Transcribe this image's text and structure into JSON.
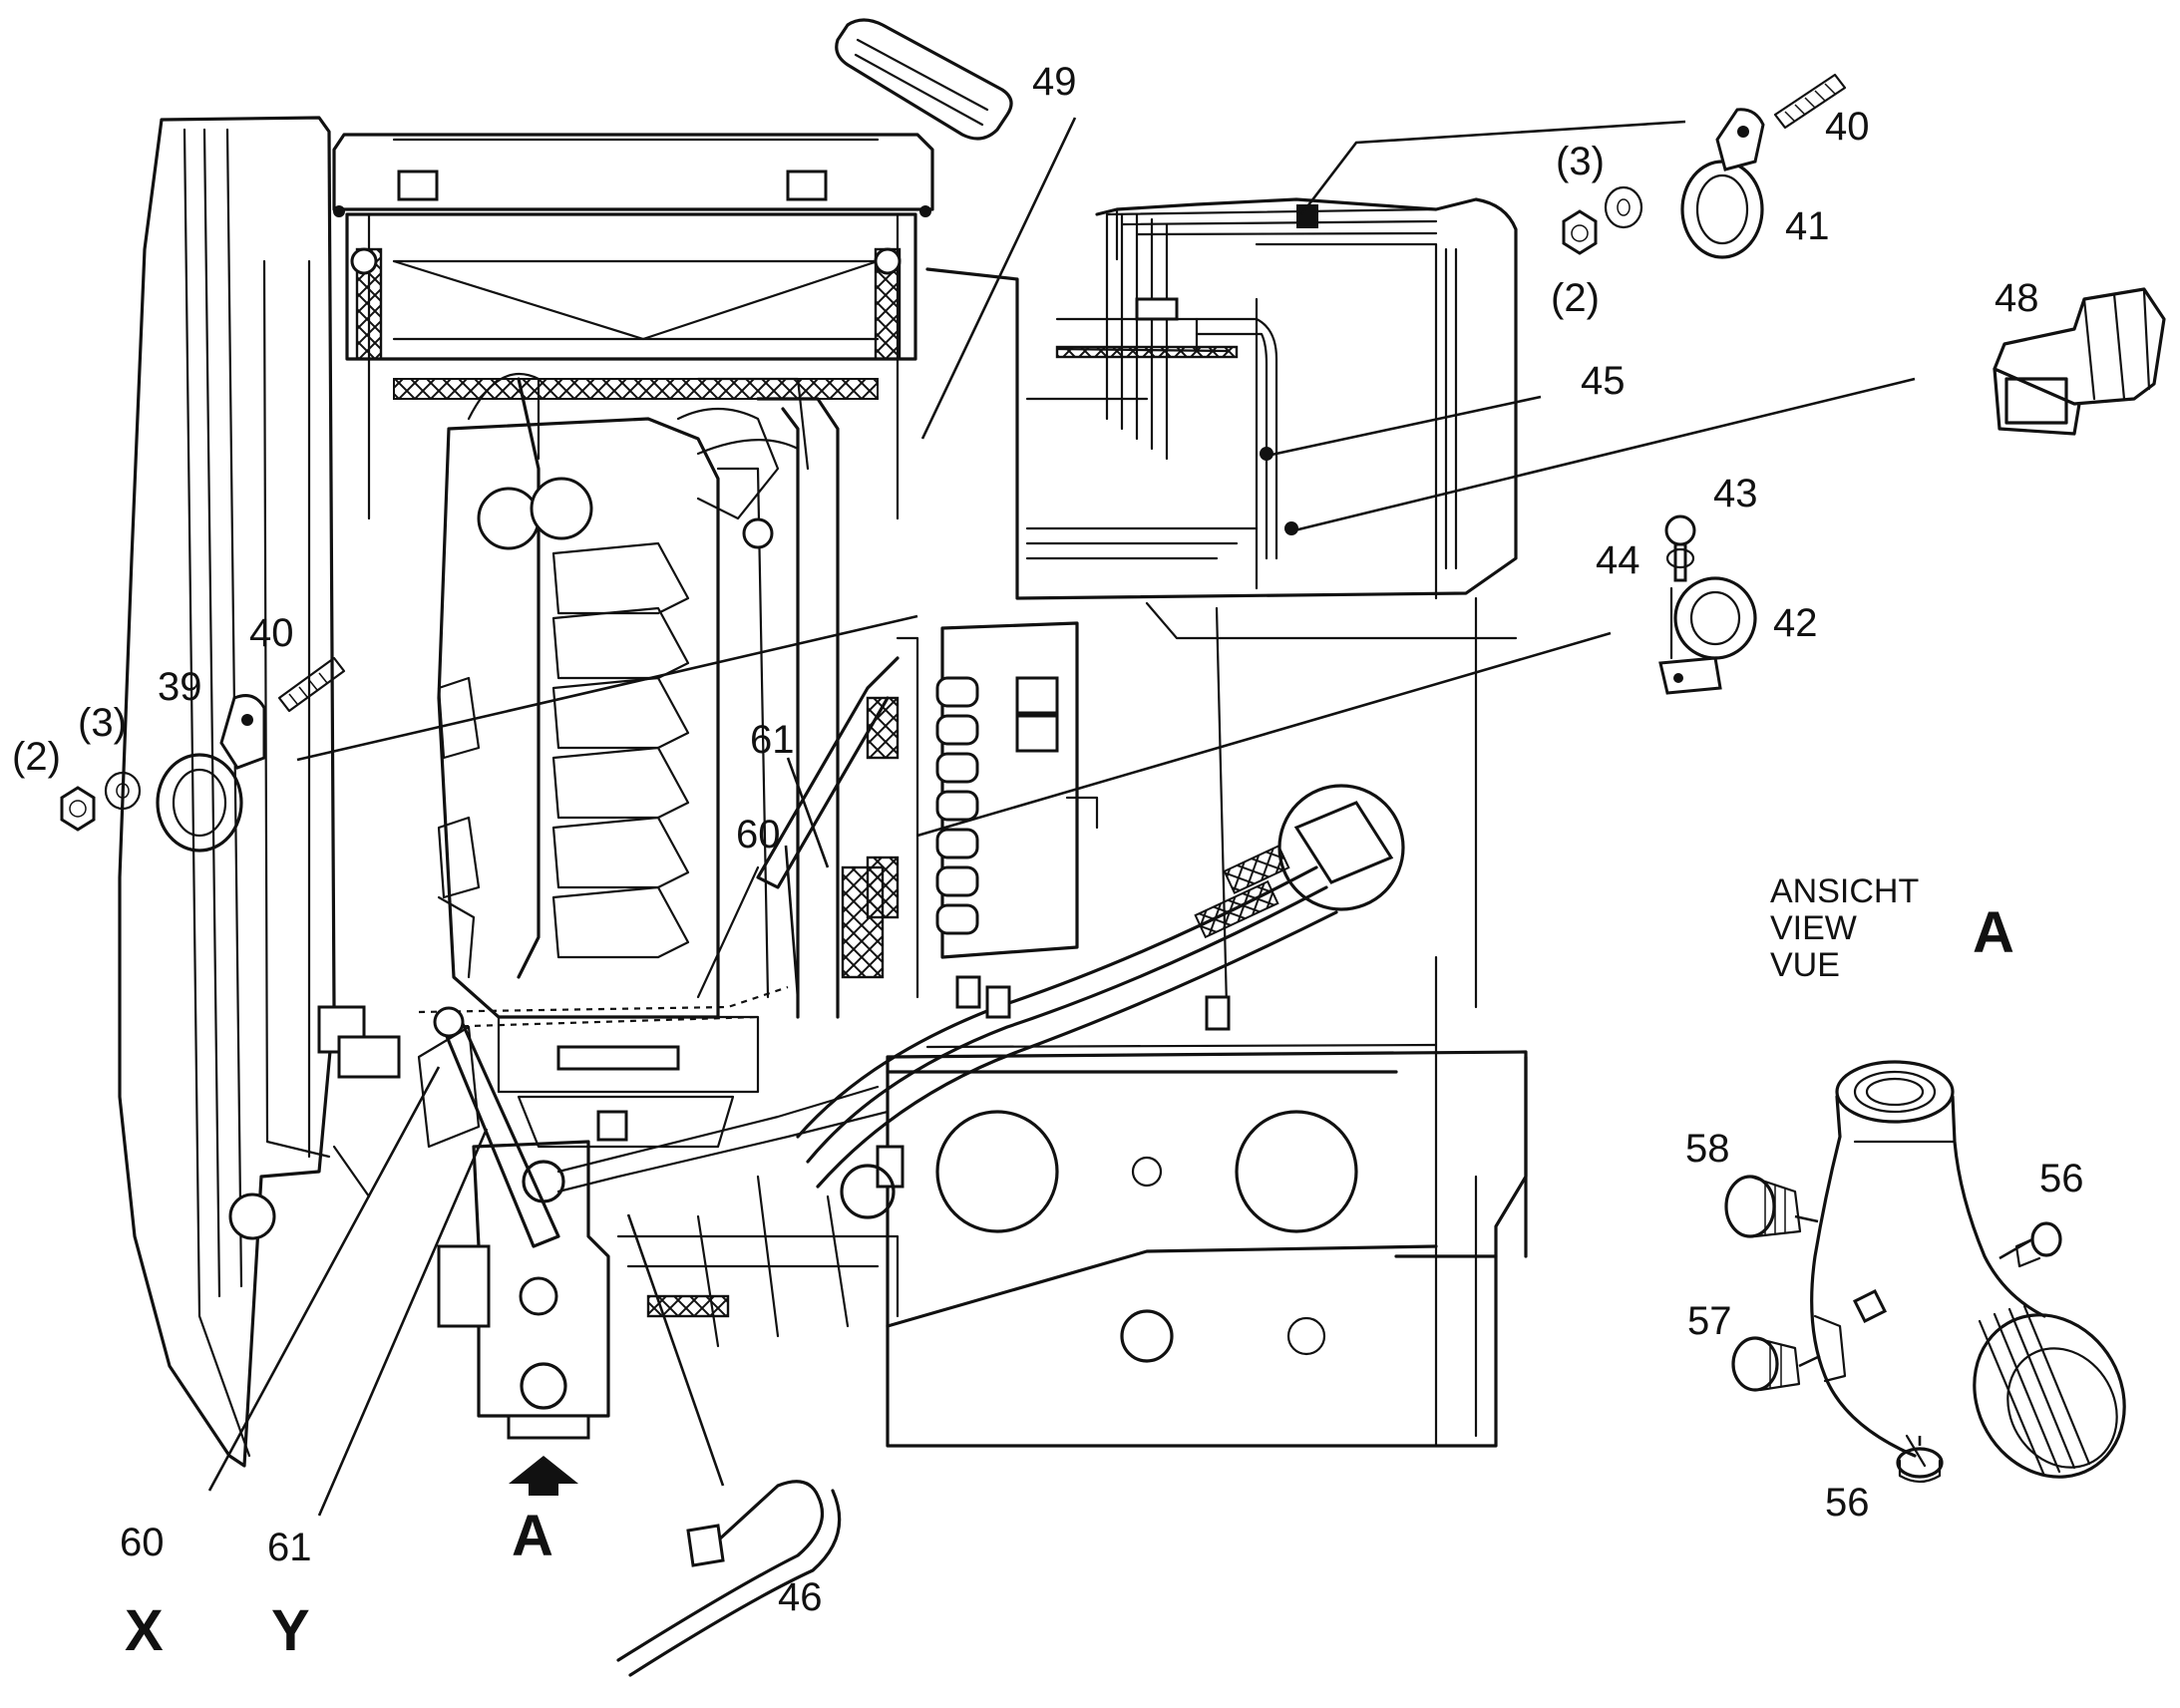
{
  "callouts": {
    "c49": "49",
    "c40_top": "40",
    "c3_top": "(3)",
    "c41": "41",
    "c2_top": "(2)",
    "c48": "48",
    "c45": "45",
    "c43": "43",
    "c44": "44",
    "c42": "42",
    "c40_left": "40",
    "c39": "39",
    "c3_left": "(3)",
    "c2_left": "(2)",
    "c61_mid": "61",
    "c60_mid": "60",
    "c58": "58",
    "c56_right": "56",
    "c57": "57",
    "c56_bottom": "56",
    "c60_bottom": "60",
    "c61_bottom": "61",
    "c46": "46",
    "arrow_a": "A"
  },
  "view_labels": {
    "de": "ANSICHT",
    "en": "VIEW",
    "fr": "VUE",
    "letter": "A"
  },
  "variants": {
    "x": "X",
    "y": "Y"
  }
}
